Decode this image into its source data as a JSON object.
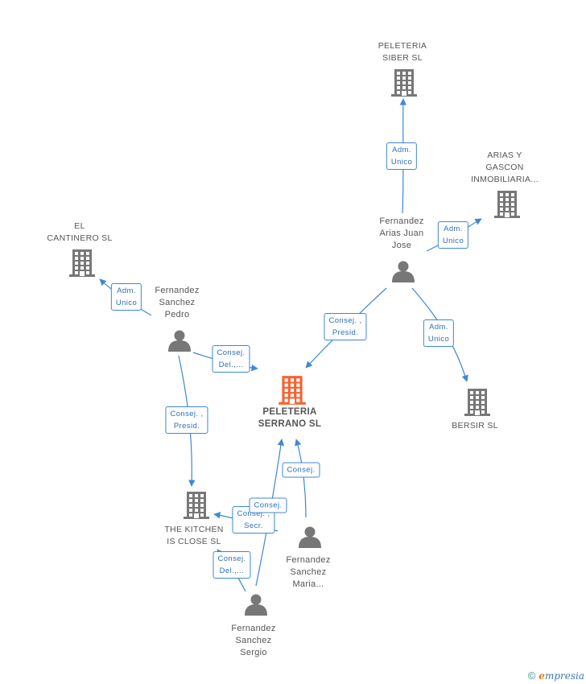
{
  "companies": [
    {
      "id": "peleteria-serrano",
      "label": "PELETERIA\nSERRANO SL",
      "main": true,
      "color": "#f26433"
    },
    {
      "id": "peleteria-siber",
      "label": "PELETERIA\nSIBER SL",
      "color": "#777777"
    },
    {
      "id": "arias-gascon",
      "label": "ARIAS Y\nGASCON\nINMOBILIARIA...",
      "color": "#777777"
    },
    {
      "id": "el-cantinero",
      "label": "EL\nCANTINERO  SL",
      "color": "#777777"
    },
    {
      "id": "bersir",
      "label": "BERSIR SL",
      "color": "#777777"
    },
    {
      "id": "the-kitchen",
      "label": "THE KITCHEN\nIS CLOSE SL",
      "color": "#777777"
    }
  ],
  "persons": [
    {
      "id": "fernandez-arias",
      "label": "Fernandez\nArias Juan\nJose"
    },
    {
      "id": "fernandez-sanchez-pedro",
      "label": "Fernandez\nSanchez\nPedro"
    },
    {
      "id": "fernandez-sanchez-maria",
      "label": "Fernandez\nSanchez\nMaria..."
    },
    {
      "id": "fernandez-sanchez-sergio",
      "label": "Fernandez\nSanchez\nSergio"
    }
  ],
  "relations": [
    {
      "from": "fernandez-arias",
      "to": "peleteria-siber",
      "label": "Adm.\nUnico"
    },
    {
      "from": "fernandez-arias",
      "to": "arias-gascon",
      "label": "Adm.\nUnico"
    },
    {
      "from": "fernandez-arias",
      "to": "peleteria-serrano",
      "label": "Consej. ,\nPresid."
    },
    {
      "from": "fernandez-arias",
      "to": "bersir",
      "label": "Adm.\nUnico"
    },
    {
      "from": "fernandez-sanchez-pedro",
      "to": "el-cantinero",
      "label": "Adm.\nUnico"
    },
    {
      "from": "fernandez-sanchez-pedro",
      "to": "peleteria-serrano",
      "label": "Consej.\nDel.,..."
    },
    {
      "from": "fernandez-sanchez-pedro",
      "to": "the-kitchen",
      "label": "Consej. ,\nPresid."
    },
    {
      "from": "fernandez-sanchez-maria",
      "to": "peleteria-serrano",
      "label": "Consej."
    },
    {
      "from": "fernandez-sanchez-maria",
      "to": "the-kitchen",
      "label": "Consej. ,\nSecr."
    },
    {
      "from": "fernandez-sanchez-sergio",
      "to": "peleteria-serrano",
      "label": "Consej."
    },
    {
      "from": "fernandez-sanchez-sergio",
      "to": "the-kitchen",
      "label": "Consej.\nDel.,..."
    }
  ],
  "footer": {
    "copyright": "©",
    "brand_initial": "e",
    "brand_rest": "mpresia"
  },
  "colors": {
    "edge": "#3f87d6",
    "node": "#777777",
    "main": "#f26433"
  }
}
